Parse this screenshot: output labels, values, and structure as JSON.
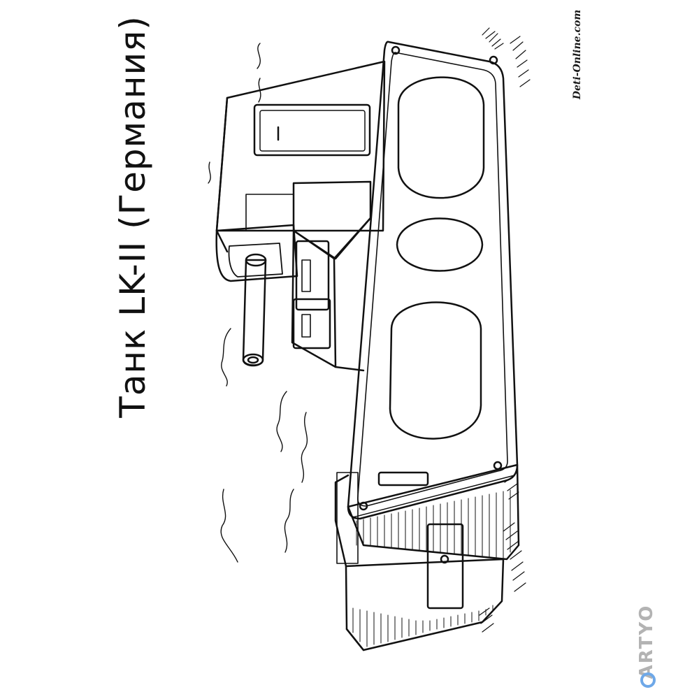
{
  "title": "Танк LK-II (Германия)",
  "site_mark": "Deti-Online.com",
  "brand_mark": "ARTYO",
  "drawing": {
    "subject": "tank-illustration",
    "style": "black line art coloring page",
    "line_color": "#111111",
    "background_color": "#ffffff",
    "brand_ring_color": "#6ea8e8",
    "brand_text_color": "#b3b3b3"
  }
}
